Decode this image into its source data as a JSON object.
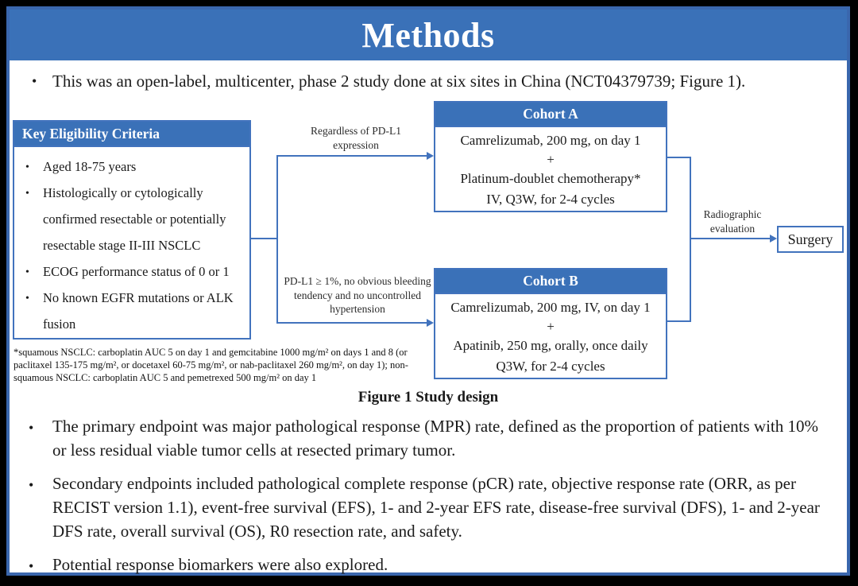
{
  "colors": {
    "accent_blue": "#3a71b8",
    "line_blue": "#4273bd"
  },
  "glyphs": {
    "bullet": "•"
  },
  "slide": {
    "title": "Methods",
    "intro_bullet": "This was an open-label, multicenter, phase 2 study done at six sites in China (NCT04379739; Figure 1)."
  },
  "figure": {
    "caption": "Figure 1 Study design",
    "eligibility": {
      "title": "Key  Eligibility Criteria",
      "items": [
        "Aged 18-75 years",
        "Histologically or cytologically confirmed resectable or potentially resectable stage II-III  NSCLC",
        "ECOG performance status of 0 or 1",
        "No known EGFR mutations or ALK fusion"
      ]
    },
    "footnote": "*squamous NSCLC: carboplatin AUC 5 on day 1 and gemcitabine 1000 mg/m² on days 1 and 8 (or paclitaxel 135-175 mg/m², or docetaxel 60-75 mg/m², or nab-paclitaxel 260 mg/m², on day 1); non-squamous NSCLC: carboplatin AUC 5 and pemetrexed 500 mg/m² on day 1",
    "branch_labels": {
      "top": "Regardless of PD-L1 expression",
      "bottom": "PD-L1 ≥ 1%, no obvious bleeding tendency and no uncontrolled hypertension"
    },
    "cohort_a": {
      "title": "Cohort A",
      "lines": [
        "Camrelizumab, 200 mg, on day 1",
        "+",
        "Platinum-doublet chemotherapy*",
        "IV, Q3W, for 2-4 cycles"
      ]
    },
    "cohort_b": {
      "title": "Cohort B",
      "lines": [
        "Camrelizumab, 200 mg, IV, on day 1",
        "+",
        "Apatinib, 250 mg, orally, once daily",
        "Q3W, for 2-4 cycles"
      ]
    },
    "evaluation_label": "Radiographic evaluation",
    "surgery_label": "Surgery"
  },
  "bullets": [
    "The primary endpoint was major pathological response (MPR) rate, defined as the proportion of patients with 10% or less residual viable tumor cells at resected primary tumor.",
    "Secondary endpoints included pathological complete response (pCR) rate, objective response rate (ORR, as per RECIST version 1.1), event-free survival (EFS), 1- and 2-year EFS rate, disease-free survival (DFS), 1- and 2-year DFS rate, overall survival (OS), R0 resection rate, and safety.",
    "Potential response biomarkers were also explored."
  ]
}
